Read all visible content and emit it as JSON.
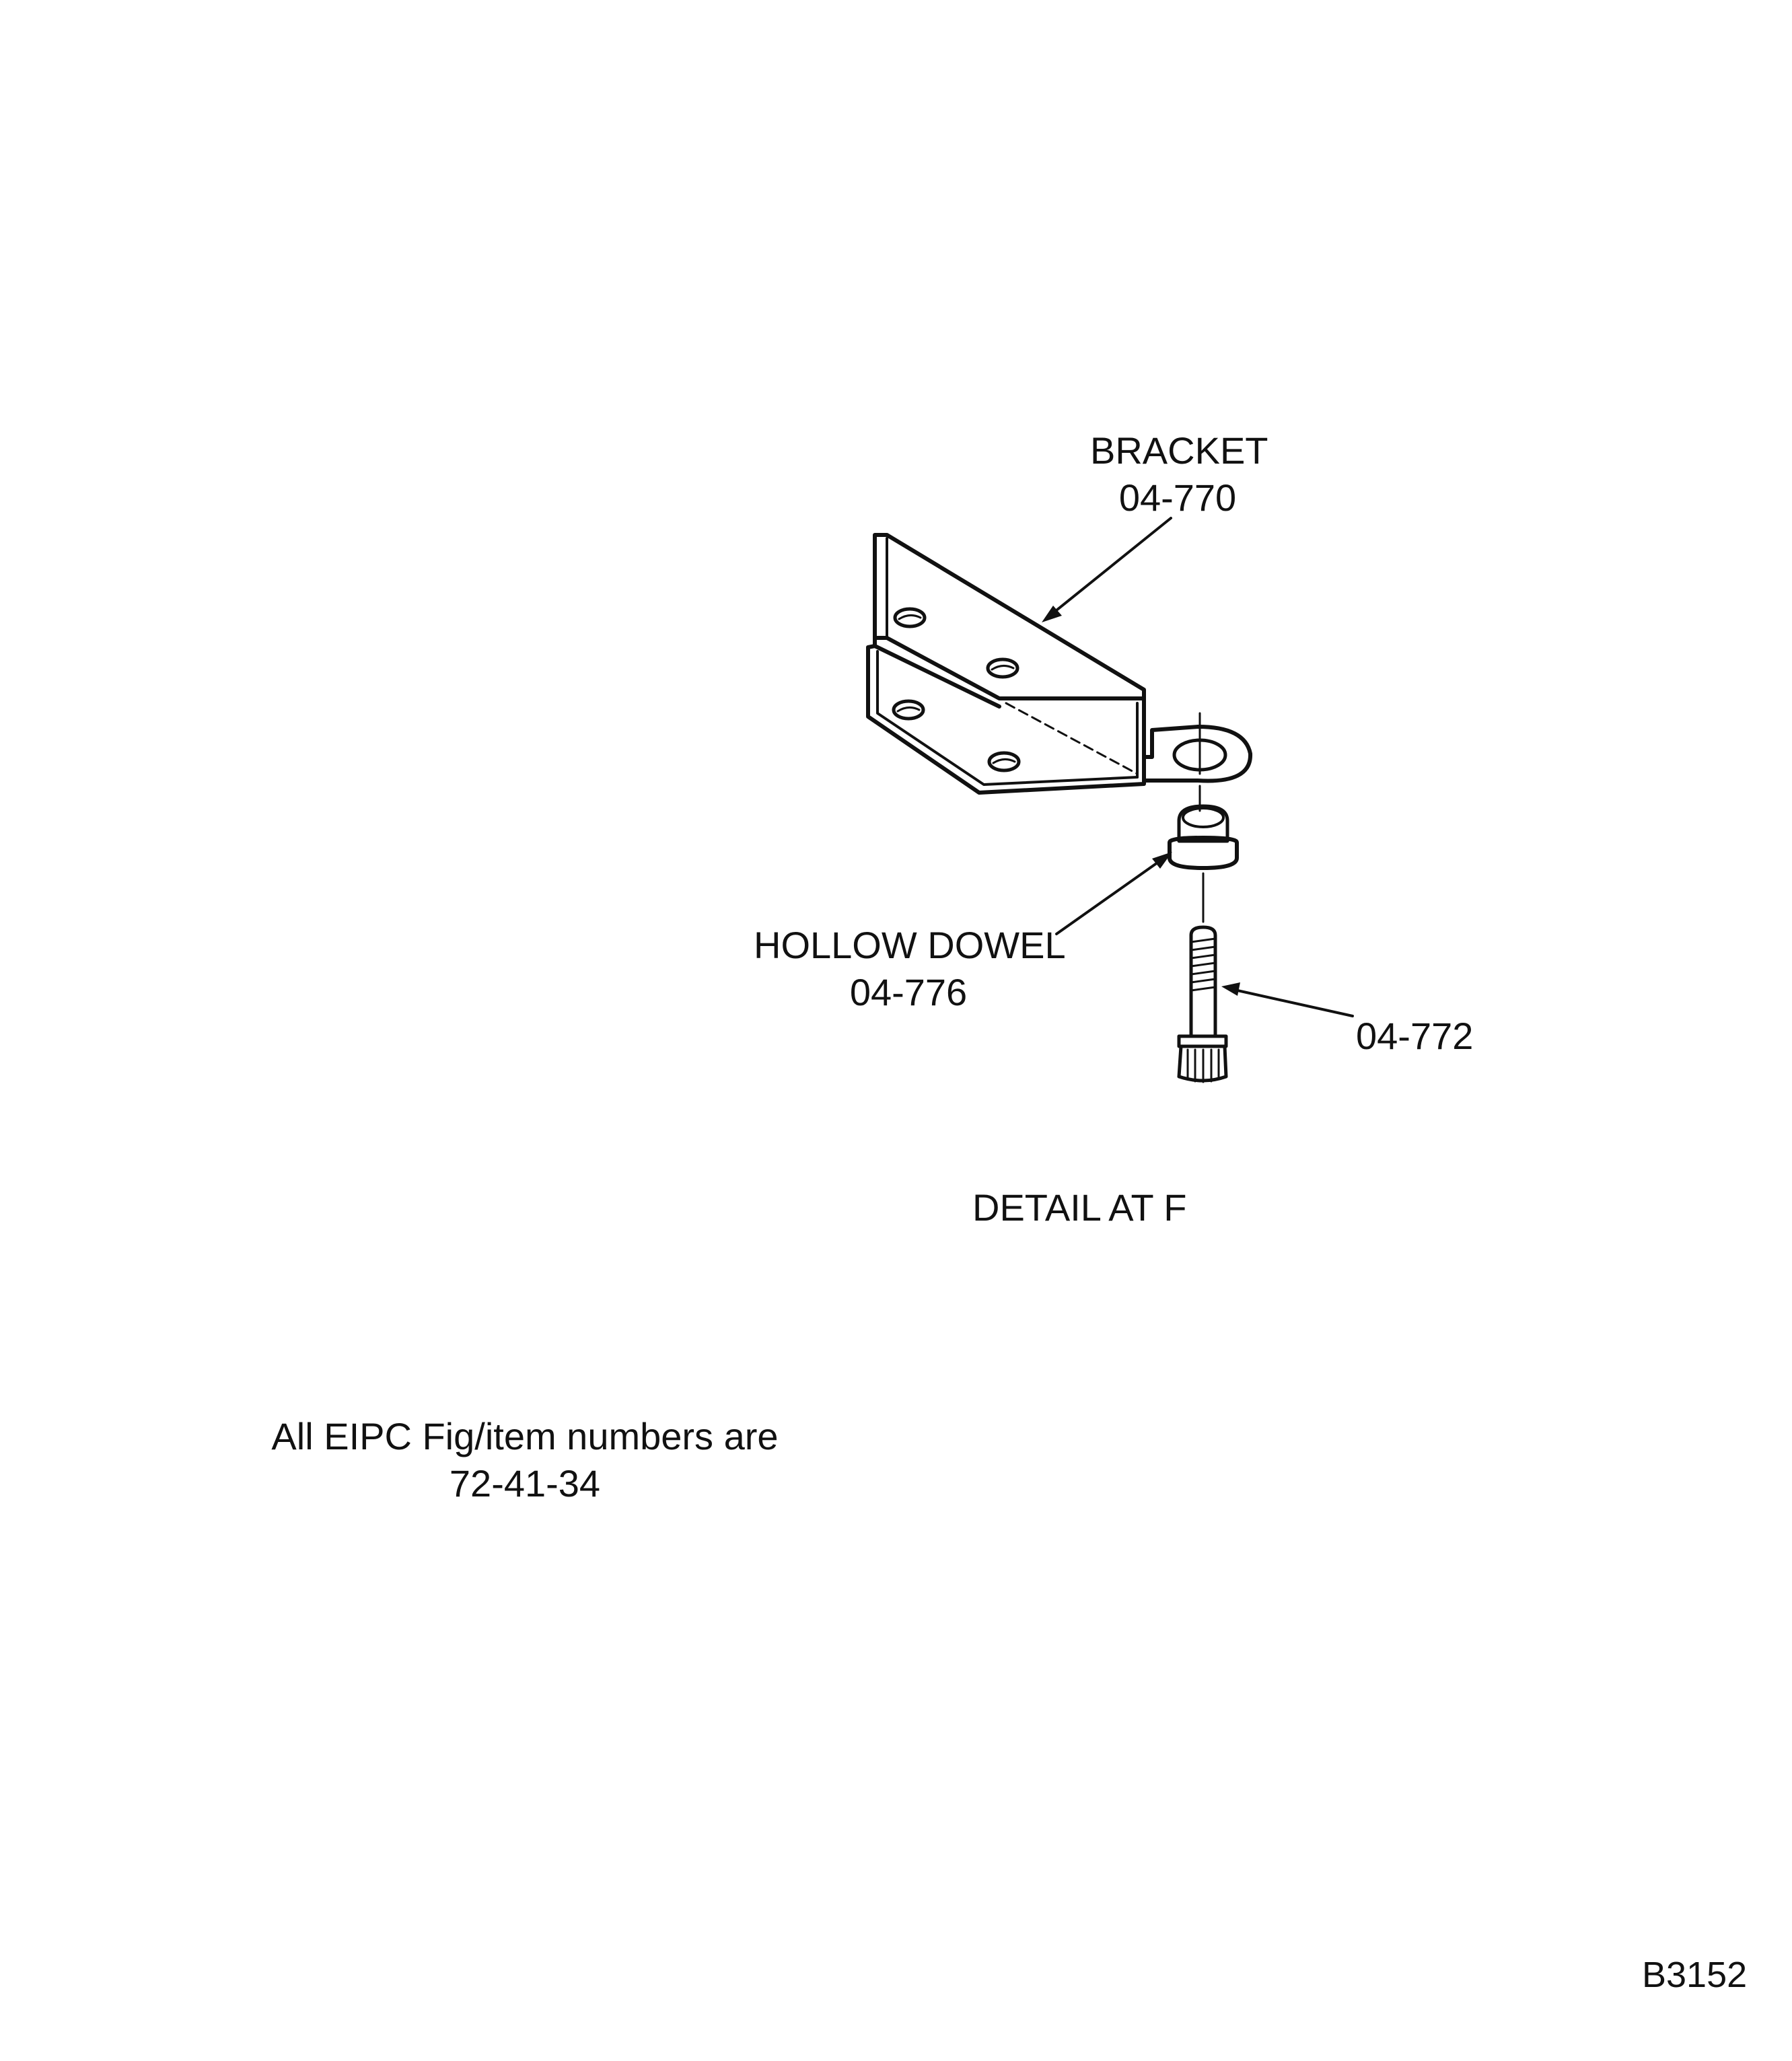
{
  "callouts": {
    "bracket": {
      "name": "BRACKET",
      "number": "04-770"
    },
    "hollow_dowel": {
      "name": "HOLLOW DOWEL",
      "number": "04-776"
    },
    "bolt": {
      "number": "04-772"
    }
  },
  "caption": "DETAIL AT F",
  "note": {
    "line1": "All EIPC Fig/item numbers are",
    "line2": "72-41-34"
  },
  "figure_id": "B3152"
}
